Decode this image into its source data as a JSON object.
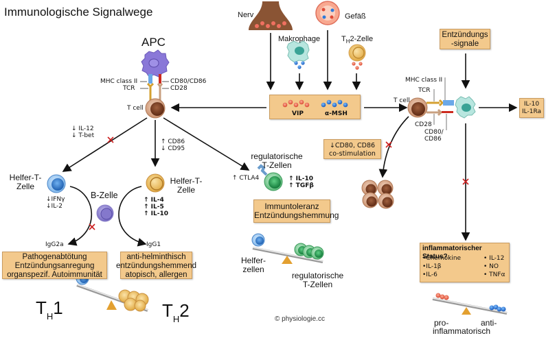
{
  "title": "Immunologische Signalwege",
  "apc": {
    "heading": "APC",
    "mhc": "MHC class II",
    "tcr": "TCR",
    "cd80": "CD80/CD86",
    "cd28": "CD28",
    "tcell": "T cell"
  },
  "sources": {
    "nerv": "Nerv",
    "gefaess": "Gefäß",
    "makrophage": "Makrophage",
    "th2_prefix": "T",
    "th2_sub": "H",
    "th2_suffix": "2-Zelle"
  },
  "mediators": {
    "vip": "VIP",
    "amsh": "α-MSH"
  },
  "th1_branch": {
    "markers": [
      "↓ IL-12",
      "↓ T-bet"
    ],
    "cell_label": [
      "Helfer-T-",
      "Zelle"
    ],
    "cytokines": [
      "↓IFNγ",
      "↓IL-2"
    ],
    "ig": "IgG2a",
    "effects": [
      "Pathogenabtötung",
      "Entzündungsanregung",
      "organspezif. Autoimmunität"
    ]
  },
  "bcell": "B-Zelle",
  "th2_branch": {
    "markers": [
      "↑ CD86",
      "↓ CD95"
    ],
    "cell_label": [
      "Helfer-T-",
      "Zelle"
    ],
    "cytokines": [
      "↑ IL-4",
      "↑ IL-5",
      "↑ IL-10"
    ],
    "ig": "IgG1",
    "effects": [
      "anti-helminthisch",
      "entzündungshemmend",
      "atopisch, allergen"
    ]
  },
  "treg": {
    "label": [
      "regulatorische",
      "T-Zellen"
    ],
    "ctla4": "↑ CTLA4",
    "cytokines": [
      "↑ IL-10",
      "↑ TGFβ"
    ],
    "effects": [
      "Immuntoleranz",
      "Entzündungshemmung"
    ],
    "balance_left": [
      "Helfer-",
      "zellen"
    ],
    "balance_right": [
      "regulatorische",
      "T-Zellen"
    ]
  },
  "balance_th": {
    "left_main": "T",
    "left_sub": "H",
    "left_num": "1",
    "right_main": "T",
    "right_sub": "H",
    "right_num": "2"
  },
  "right_panel": {
    "signals": [
      "Entzündungs",
      "-signale"
    ],
    "mhc": "MHC class II",
    "tcr": "TCR",
    "tcell": "T cell",
    "cd28": "CD28",
    "cd80": [
      "CD80/",
      "CD86"
    ],
    "output": [
      "IL-10",
      "IL-1Ra"
    ],
    "costim": [
      "↓CD80, CD86",
      "co-stimulation"
    ],
    "status_title": "inflammatorischer Status?",
    "status_left": [
      "•Chemokine",
      "•IL-1β",
      "•IL-6"
    ],
    "status_right": [
      "• IL-12",
      "• NO",
      "• TNFα"
    ],
    "balance_labels": [
      "pro-",
      "anti-",
      "inflammatorisch"
    ]
  },
  "copyright": "© physiologie.cc",
  "colors": {
    "box": "#f3c98c",
    "block_red": "#cc1e1e",
    "tcell_brown": "#8a4a2c",
    "apc_purple": "#8a78d8",
    "mac_teal": "#9fd9cf",
    "th1_blue": "#4a8fd6",
    "th2_yellow": "#f0c060",
    "treg_green": "#3aa860"
  }
}
